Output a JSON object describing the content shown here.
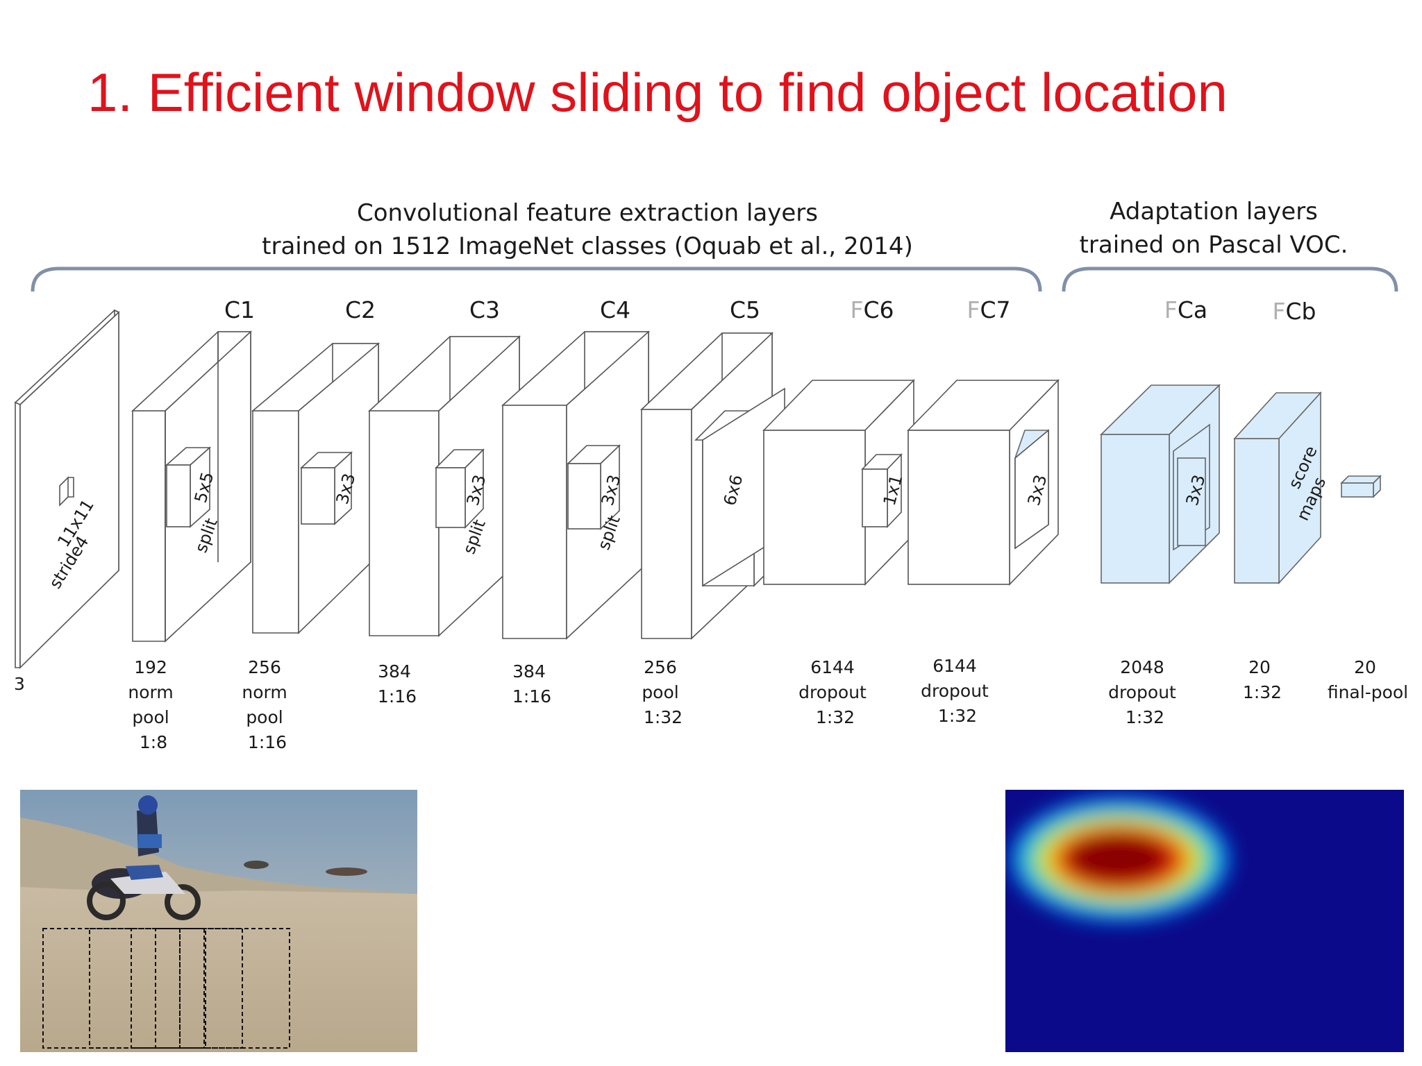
{
  "slide": {
    "title": "1. Efficient window sliding to find object location"
  },
  "groups": {
    "conv_line1": "Convolutional feature extraction layers",
    "conv_line2": "trained on 1512 ImageNet classes (Oquab et al., 2014)",
    "adapt_line1": "Adaptation layers",
    "adapt_line2": "trained on Pascal VOC."
  },
  "layers": {
    "c1": "C1",
    "c2": "C2",
    "c3": "C3",
    "c4": "C4",
    "c5": "C5",
    "fc6": "C6",
    "fc7": "C7",
    "fca": "Ca",
    "fcb": "Cb",
    "f_prefix": "F"
  },
  "kernels": {
    "input": [
      "11x11",
      "stride4"
    ],
    "c1": "5x5",
    "c2": "3x3",
    "c3": "3x3",
    "c4": "3x3",
    "c5": "6x6",
    "fc6": "1x1",
    "fc7": "3x3",
    "fca": "3x3",
    "split": "split",
    "score_maps": [
      "score",
      "maps"
    ]
  },
  "captions": {
    "input": [
      "3"
    ],
    "c1": [
      "192",
      "norm",
      "pool",
      "1:8"
    ],
    "c2": [
      "256",
      "norm",
      "pool",
      "1:16"
    ],
    "c3": [
      "384",
      "1:16"
    ],
    "c4": [
      "384",
      "1:16"
    ],
    "c5": [
      "256",
      "pool",
      "1:32"
    ],
    "fc6": [
      "6144",
      "dropout",
      "1:32"
    ],
    "fc7": [
      "6144",
      "dropout",
      "1:32"
    ],
    "fca": [
      "2048",
      "dropout",
      "1:32"
    ],
    "fcb": [
      "20",
      "1:32"
    ],
    "final": [
      "20",
      "final-pool"
    ]
  },
  "annotations": {
    "ellipsis": "..."
  },
  "colors": {
    "title": "#e0121b",
    "adapt_fill": "#d9ecfb",
    "brace": "#8090a8",
    "f_prefix": "#b0b0b0"
  }
}
